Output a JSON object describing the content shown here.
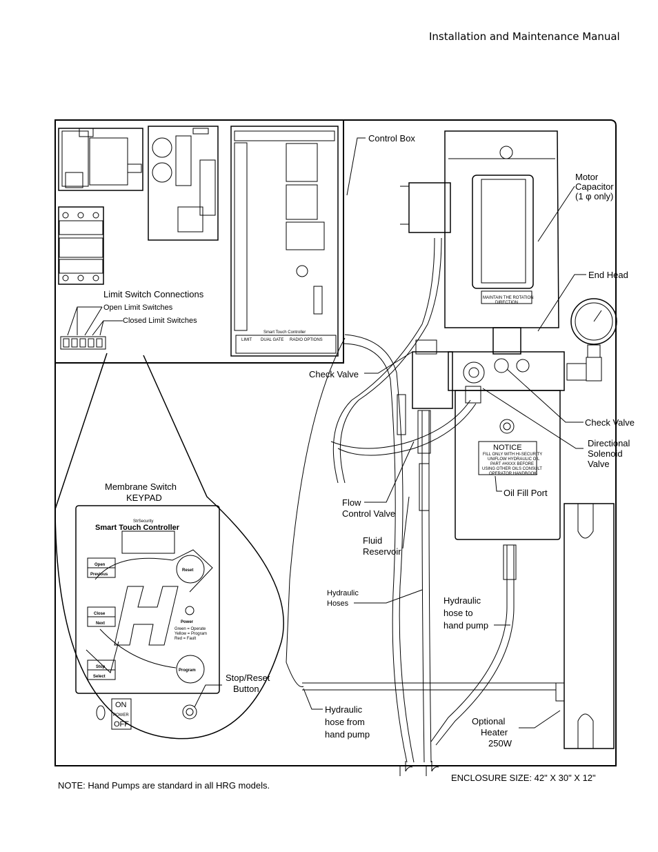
{
  "header": {
    "title": "Installation and Maintenance Manual"
  },
  "labels": {
    "control_box": "Control Box",
    "motor_capacitor": [
      "Motor",
      "Capacitor",
      "(1 φ only)"
    ],
    "end_head": "End Head",
    "limit_switch_connections": "Limit Switch Connections",
    "open_limit_switches": "Open Limit Switches",
    "closed_limit_switches": "Closed Limit Switches",
    "check_valve_left": "Check Valve",
    "check_valve_right": "Check Valve",
    "directional_solenoid_valve": [
      "Directional",
      "Solenoid",
      "Valve"
    ],
    "oil_fill_port": "Oil Fill Port",
    "membrane_switch_keypad": [
      "Membrane Switch",
      "KEYPAD"
    ],
    "flow_control_valve": [
      "Flow",
      "Control Valve"
    ],
    "fluid_reservoir": [
      "Fluid",
      "Reservoir"
    ],
    "hydraulic_hoses": [
      "Hydraulic",
      "Hoses"
    ],
    "hydraulic_hose_to_hand_pump": [
      "Hydraulic",
      "hose to",
      "hand pump"
    ],
    "stop_reset_button": [
      "Stop/Reset",
      "Button"
    ],
    "hydraulic_hose_from_hand_pump": [
      "Hydraulic",
      "hose from",
      "hand pump"
    ],
    "optional_heater": [
      "Optional",
      "Heater",
      "250W"
    ]
  },
  "keypad": {
    "brand": "StrSecurity",
    "title": "Smart Touch Controller",
    "open": "Open",
    "previous": "Previous",
    "reset": "Reset",
    "close": "Close",
    "next": "Next",
    "power": "Power",
    "power_legend": [
      "Green = Operate",
      "Yellow = Program",
      "Red = Fault"
    ],
    "stop": "Stop",
    "select": "Select",
    "program": "Program",
    "on": "ON",
    "power_small": "POWER",
    "off": "OFF"
  },
  "reservoir_notice": {
    "title": "NOTICE",
    "lines": [
      "FILL ONLY WITH HI-SECURITY",
      "UNIFLOW HYDRAULIC OIL",
      "PART #HXXX BEFORE",
      "USING OTHER OILS CONSULT",
      "OPERATOR HANDBOOK."
    ]
  },
  "board": {
    "footer": "Smart Touch Controller",
    "bottom_labels": [
      "LIMIT",
      "DUAL GATE",
      "RADIO OPTIONS"
    ],
    "motor_label": [
      "MAINTAIN THE ROTATION",
      "DIRECTION"
    ]
  },
  "footer": {
    "note": "NOTE: Hand Pumps are standard in all HRG models.",
    "enclosure": "ENCLOSURE SIZE: 42\" X 30\" X 12\""
  }
}
